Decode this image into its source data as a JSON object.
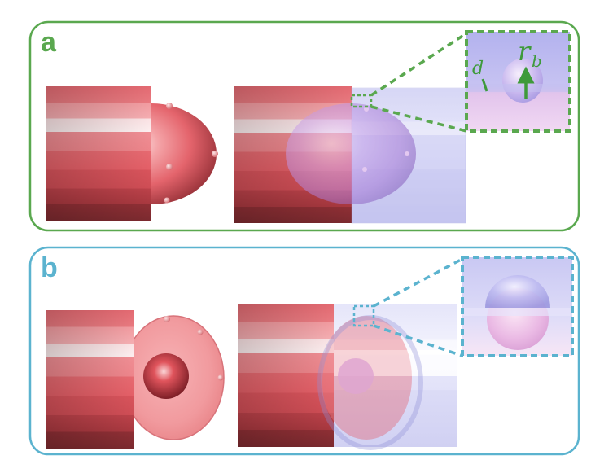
{
  "panels": [
    {
      "label": "a",
      "color": "#5aa84f"
    },
    {
      "label": "b",
      "color": "#5bb3cf"
    }
  ],
  "annotations": {
    "d": "d",
    "r": "r",
    "b": "b",
    "arrow_color": "#3e9a3a"
  },
  "colors": {
    "cylinder": "#e8545c",
    "transparent_shell": "#b9b9ef"
  }
}
